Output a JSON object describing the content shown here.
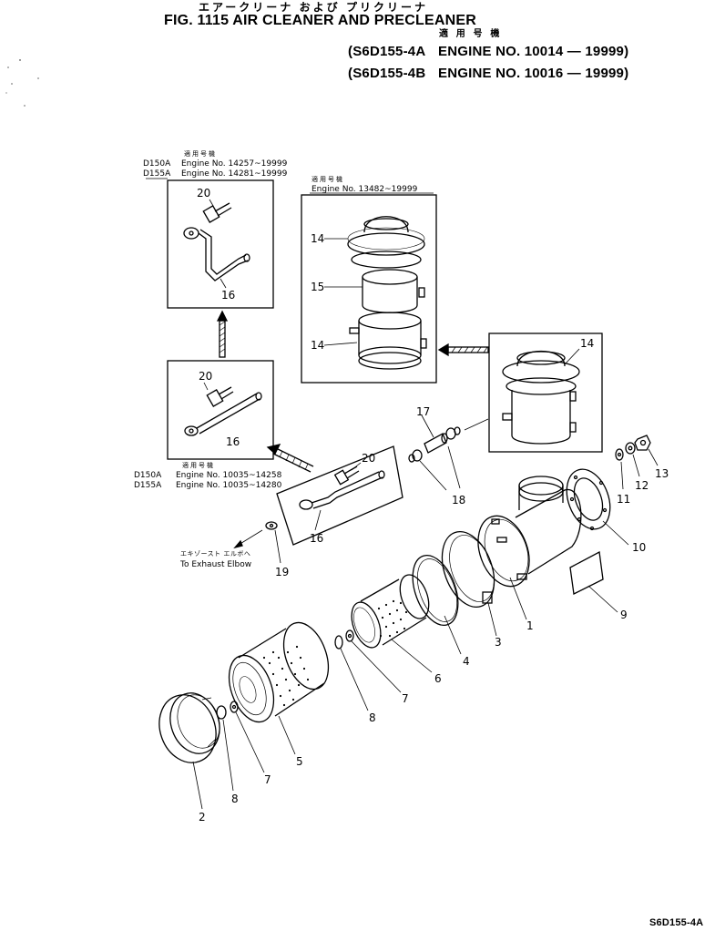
{
  "header": {
    "jp_title": "エアークリーナ および プリクリーナ",
    "fig_title": "FIG. 1115  AIR CLEANER AND PRECLEANER",
    "jp_applicable": "適 用 号 機",
    "engine_line_a_model": "(S6D155-4A",
    "engine_line_a_range": "ENGINE NO. 10014 — 19999)",
    "engine_line_b_model": "(S6D155-4B",
    "engine_line_b_range": "ENGINE NO. 10016 — 19999)"
  },
  "notes": {
    "box_top_left": {
      "jp": "適用号機",
      "line1_model": "D150A",
      "line1_text": "Engine No. 14257~19999",
      "line2_model": "D155A",
      "line2_text": "Engine No. 14281~19999"
    },
    "box_precleaner": {
      "jp": "適用号機",
      "line1_text": "Engine No. 13482~19999"
    },
    "box_lower_left": {
      "jp": "適用号機",
      "line1_model": "D150A",
      "line1_text": "Engine No. 10035~14258",
      "line2_model": "D155A",
      "line2_text": "Engine No. 10035~14280"
    },
    "exhaust_jp": "エキゾースト エルボへ",
    "exhaust_en": "To Exhaust Elbow"
  },
  "callouts": {
    "c1": "1",
    "c2": "2",
    "c3": "3",
    "c4": "4",
    "c5": "5",
    "c6": "6",
    "c7a": "7",
    "c7b": "7",
    "c8a": "8",
    "c8b": "8",
    "c9": "9",
    "c10": "10",
    "c11": "11",
    "c12": "12",
    "c13": "13",
    "c14a": "14",
    "c14b": "14",
    "c14c": "14",
    "c15": "15",
    "c16a": "16",
    "c16b": "16",
    "c16c": "16",
    "c17": "17",
    "c18": "18",
    "c19": "19",
    "c20a": "20",
    "c20b": "20",
    "c20c": "20"
  },
  "footer": {
    "drawing_code": "S6D155-4A"
  }
}
